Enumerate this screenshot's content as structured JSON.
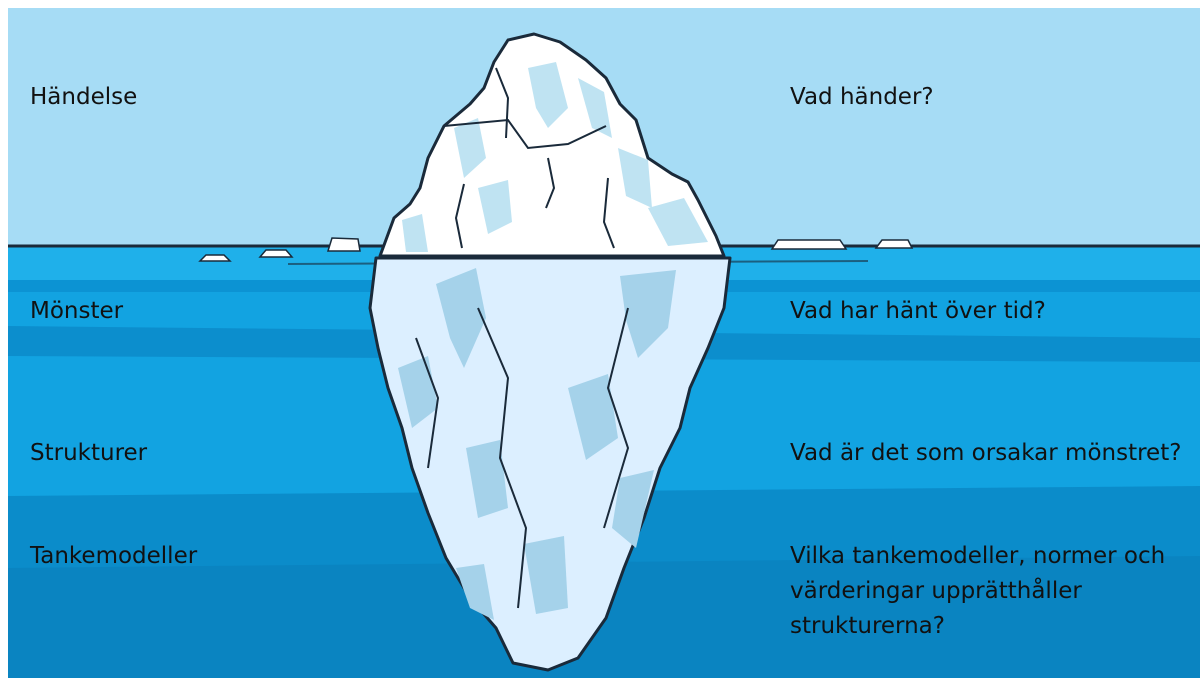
{
  "levels": [
    {
      "name": "Händelse",
      "question": "Vad händer?"
    },
    {
      "name": "Mönster",
      "question": "Vad har hänt över tid?"
    },
    {
      "name": "Strukturer",
      "question": "Vad är det som orsakar mönstret?"
    },
    {
      "name": "Tankemodeller",
      "question": "Vilka tankemodeller, normer och värderingar upprätthåller strukturerna?"
    }
  ],
  "colors": {
    "sky": "#a6dcf5",
    "water_surface": "#1aa6e3",
    "water_mid": "#10a0df",
    "water_deep": "#0b8fd0",
    "water_band_dark": "#0a86c6",
    "ice": "#ffffff",
    "ice_shadow_above": "#bfe3f2",
    "ice_below": "#dcefff",
    "ice_shadow_below": "#a5d2ea",
    "outline": "#1a2a3a",
    "text": "#111111"
  }
}
